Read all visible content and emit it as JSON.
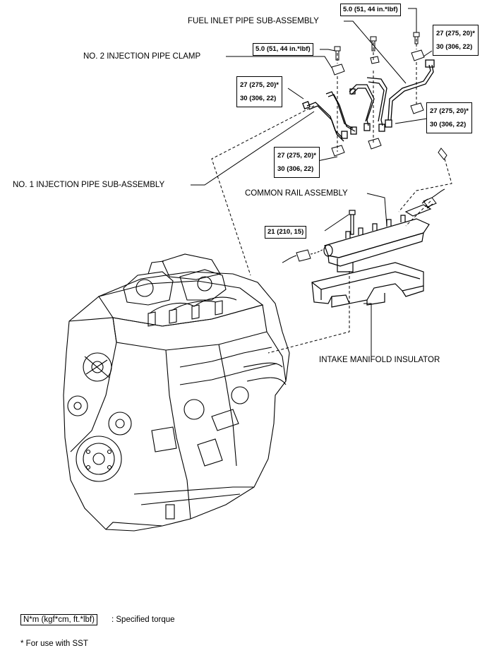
{
  "labels": {
    "fuel_inlet_pipe": "FUEL INLET PIPE SUB-ASSEMBLY",
    "no2_clamp": "NO. 2 INJECTION PIPE CLAMP",
    "no1_pipe": "NO. 1 INJECTION PIPE SUB-ASSEMBLY",
    "common_rail": "COMMON RAIL ASSEMBLY",
    "intake_insulator": "INTAKE MANIFOLD INSULATOR"
  },
  "torques": {
    "clamp_bolt_left": "5.0 (51, 44 in.*lbf)",
    "clamp_bolt_right": "5.0 (51, 44 in.*lbf)",
    "pipe_a_line1": "27 (275, 20)*",
    "pipe_a_line2": "30 (306, 22)",
    "pipe_b_line1": "27 (275, 20)*",
    "pipe_b_line2": "30 (306, 22)",
    "pipe_c_line1": "27 (275, 20)*",
    "pipe_c_line2": "30 (306, 22)",
    "pipe_d_line1": "27 (275, 20)*",
    "pipe_d_line2": "30 (306, 22)",
    "rail_bolt": "21 (210, 15)"
  },
  "legend": {
    "unit_box": "N*m (kgf*cm, ft.*lbf)",
    "unit_desc": ": Specified torque",
    "sst_note": "* For use with SST"
  }
}
